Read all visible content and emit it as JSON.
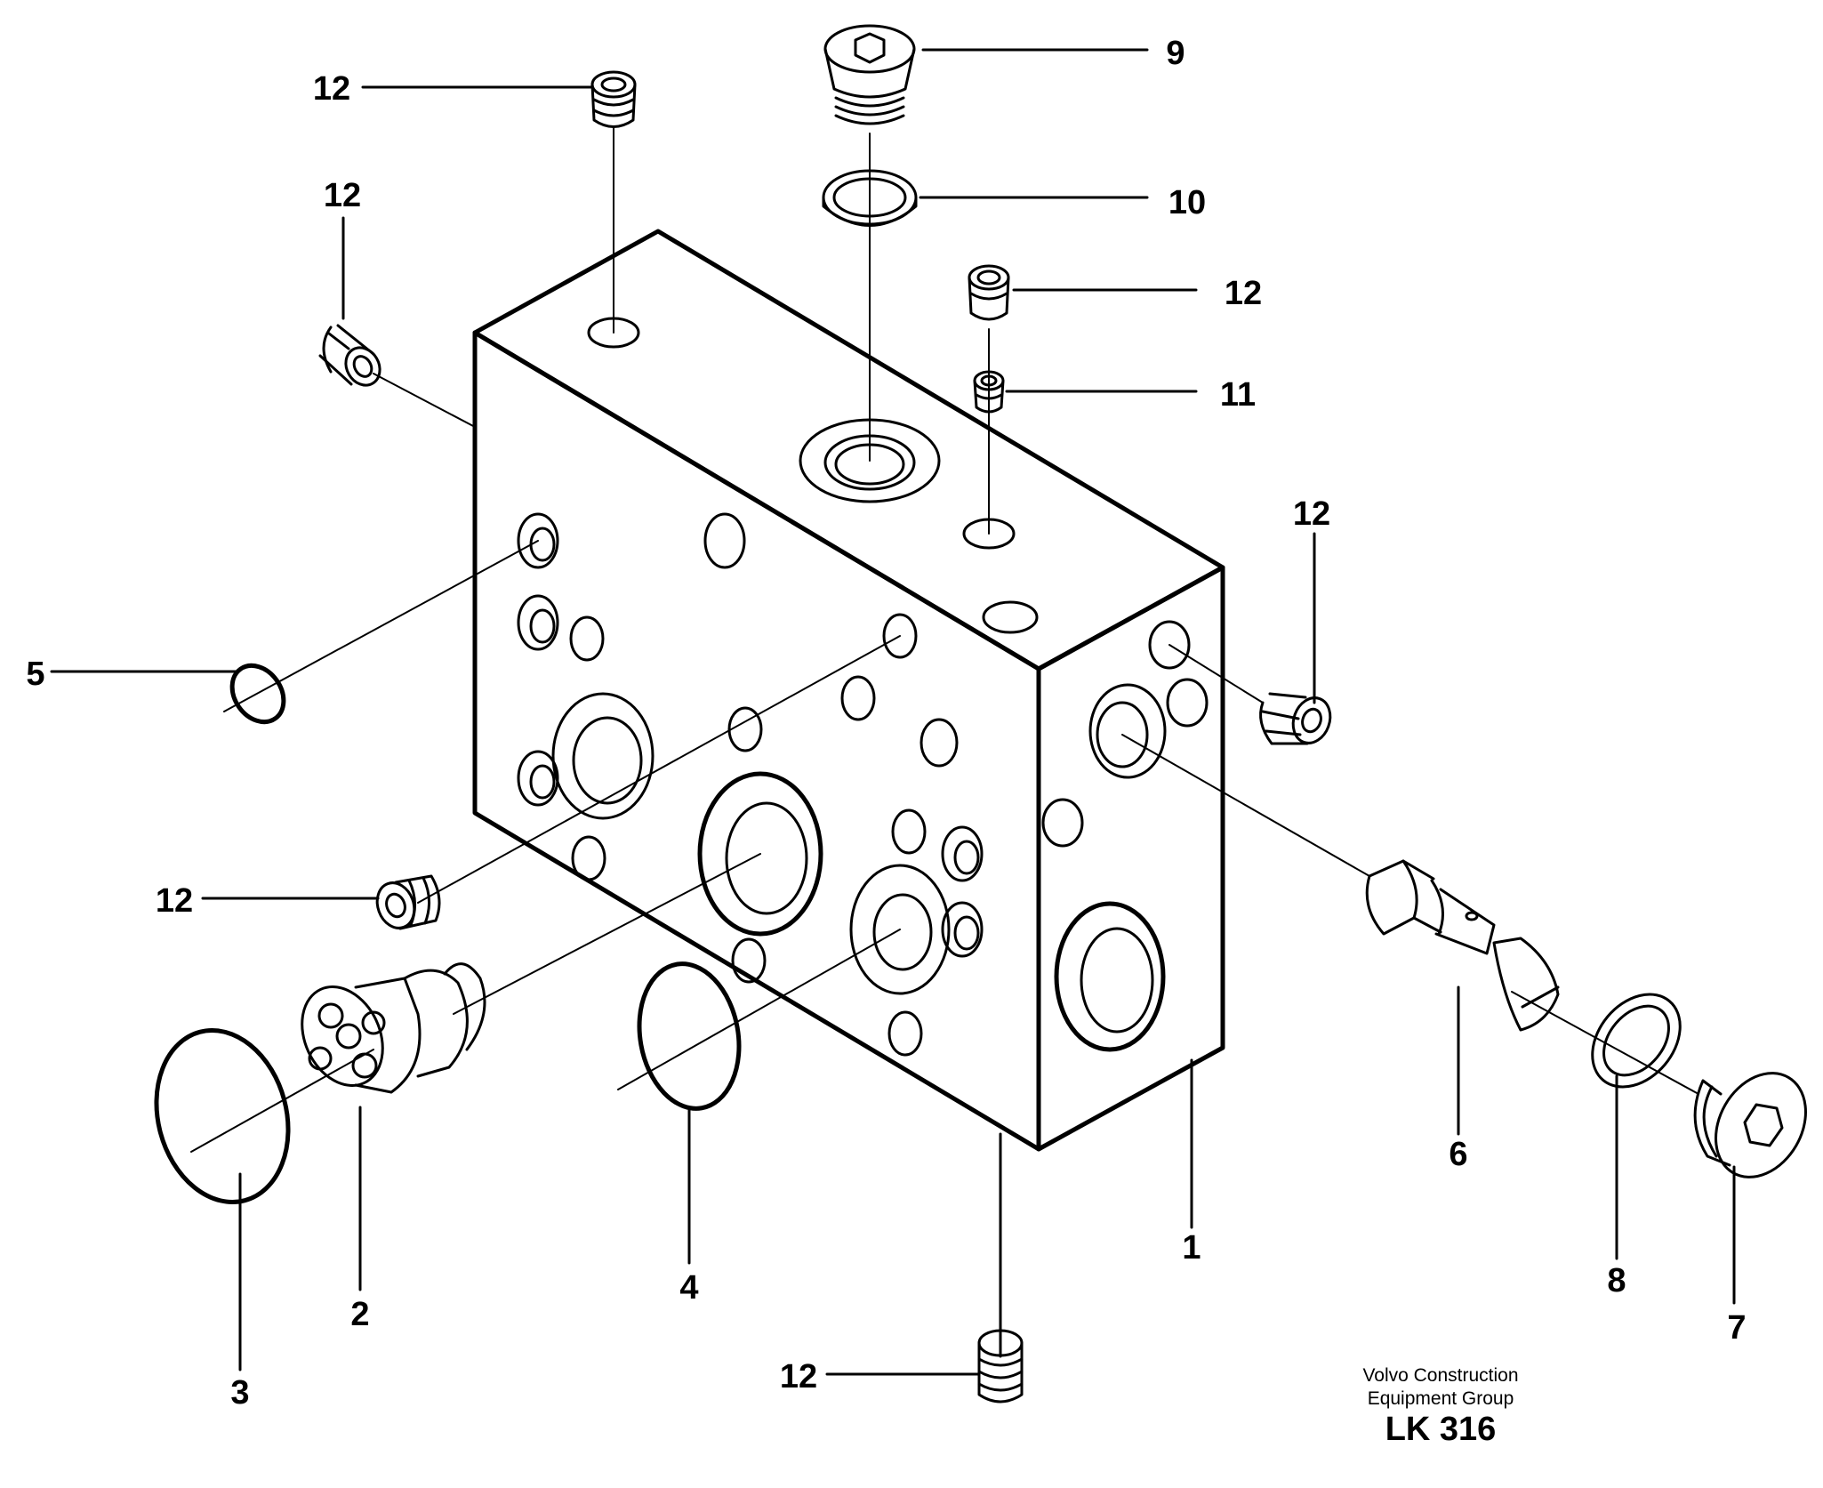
{
  "callouts": {
    "c1": "1",
    "c2": "2",
    "c3": "3",
    "c4": "4",
    "c5": "5",
    "c6": "6",
    "c7": "7",
    "c8": "8",
    "c9": "9",
    "c10": "10",
    "c11": "11",
    "c12": "12"
  },
  "caption": {
    "line1": "Volvo Construction",
    "line2": "Equipment Group",
    "code": "LK 316"
  }
}
